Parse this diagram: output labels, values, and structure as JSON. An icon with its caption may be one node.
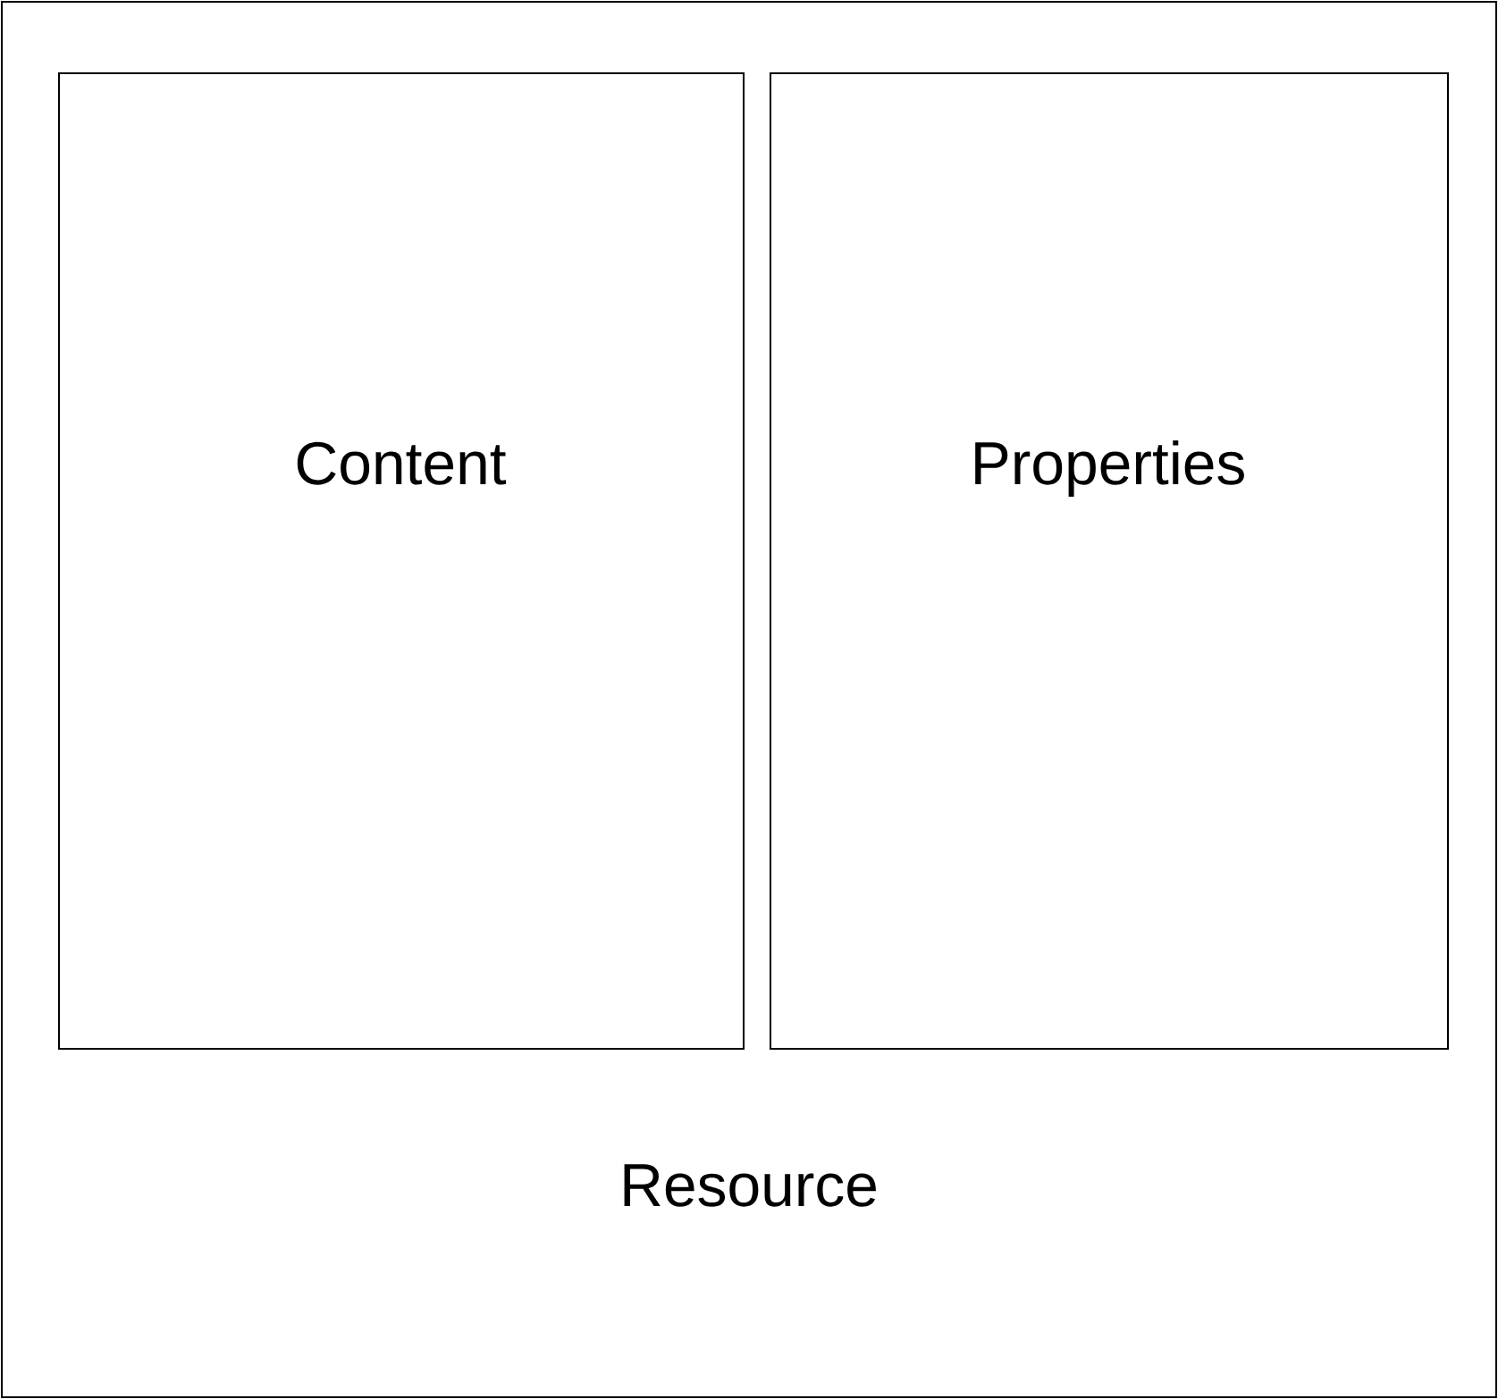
{
  "diagram": {
    "nodes": [
      {
        "text": [
          "Resource"
        ]
      },
      {
        "text": [
          "Content"
        ],
        "in": 0
      },
      {
        "text": [
          "Properties"
        ],
        "in": 0
      }
    ]
  }
}
